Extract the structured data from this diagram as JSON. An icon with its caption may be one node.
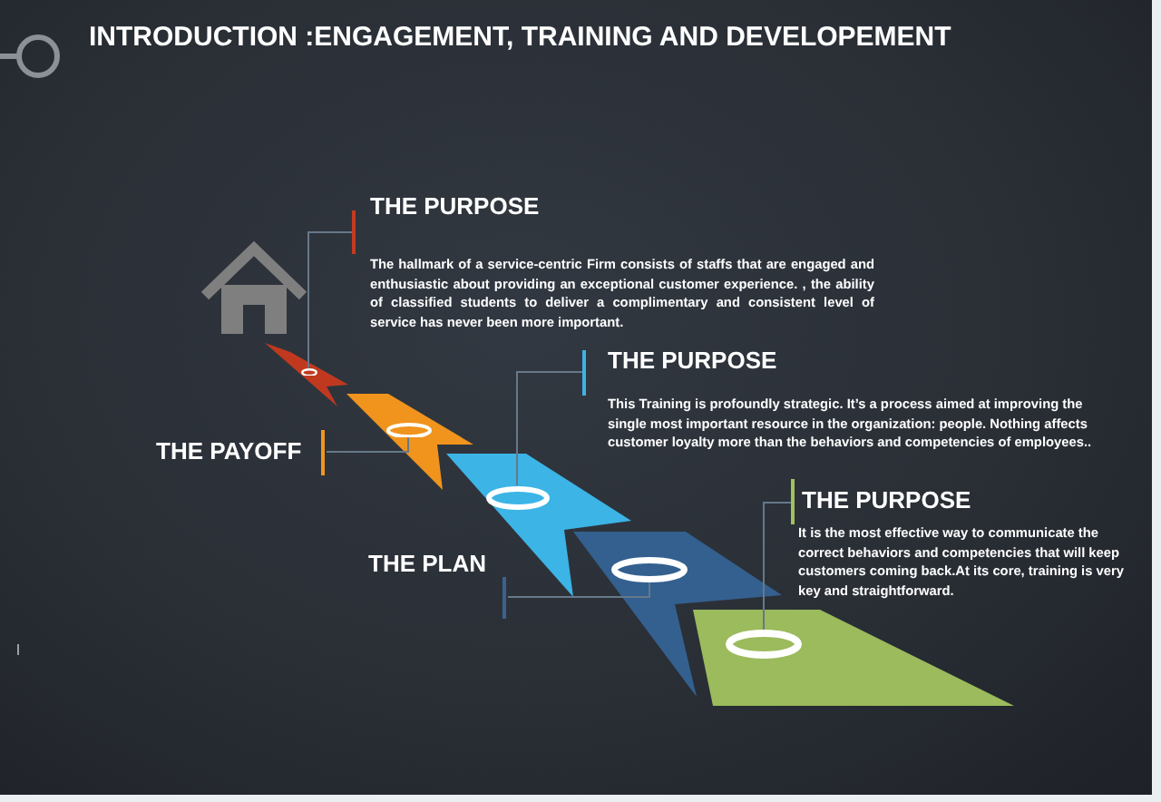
{
  "diagram": {
    "title": "INTRODUCTION :ENGAGEMENT, TRAINING AND DEVELOPEMENT",
    "nodes": [
      {
        "text": [
          "THE PURPOSE",
          "The hallmark of a service-centric Firm consists of staffs that are engaged and enthusiastic about providing an exceptional customer experience. , the ability of classified students to deliver a complimentary and consistent level of service has never been more important."
        ]
      },
      {
        "text": [],
        "shape": "ring"
      },
      {
        "text": [
          "THE PURPOSE",
          "This Training is profoundly strategic. It’s a process aimed at improving the single most important resource in the organization: people. Nothing affects customer loyalty more than the behaviors and competencies of employees.."
        ]
      },
      {
        "text": [],
        "shape": "ring"
      },
      {
        "text": [
          "THE PAYOFF"
        ]
      },
      {
        "text": [],
        "shape": "ring"
      },
      {
        "text": [
          "THE PURPOSE",
          "It is the most effective way to communicate the correct behaviors and competencies that will keep customers coming back.At its core, training is very key and straightforward."
        ]
      },
      {
        "text": [
          "THE PLAN"
        ]
      },
      {
        "text": [],
        "shape": "ring"
      },
      {
        "text": [],
        "shape": "ring"
      }
    ],
    "edges": [
      {
        "from": 0,
        "to": 1,
        "arrow": "none"
      },
      {
        "from": 2,
        "to": 5,
        "arrow": "none"
      },
      {
        "from": 4,
        "to": 3,
        "arrow": "none"
      },
      {
        "from": 6,
        "to": 9,
        "arrow": "none"
      },
      {
        "from": 7,
        "to": 8,
        "arrow": "none"
      }
    ]
  }
}
